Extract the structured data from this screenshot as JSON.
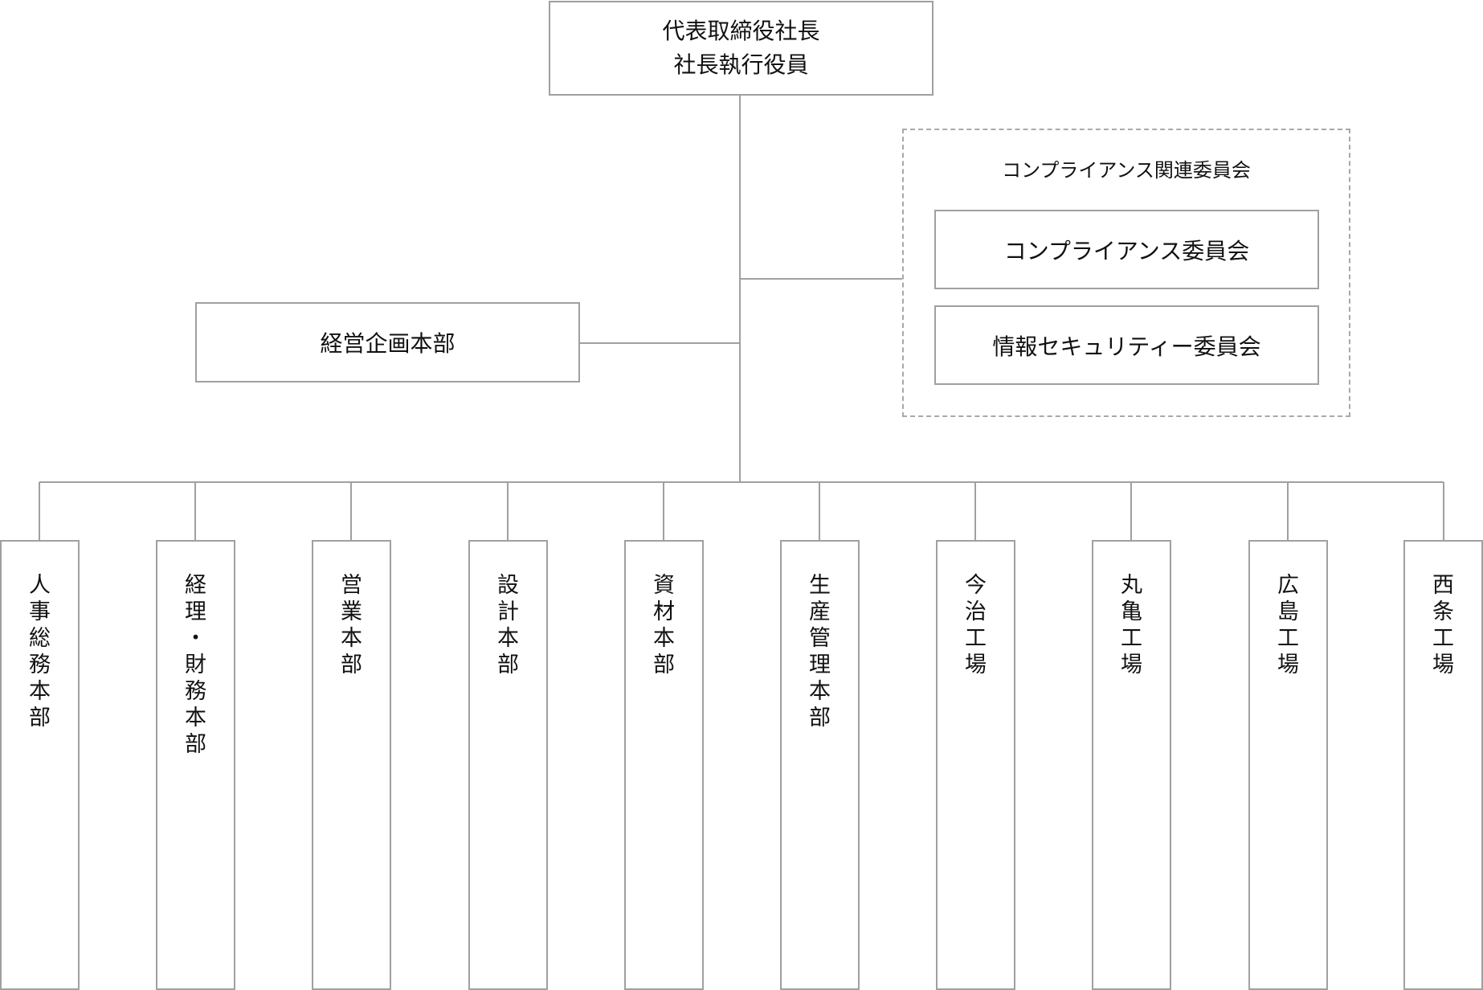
{
  "chart": {
    "top": {
      "lines": [
        "代表取締役社長",
        "社長執行役員"
      ]
    },
    "staff": {
      "label": "経営企画本部"
    },
    "committee_group": {
      "title": "コンプライアンス関連委員会",
      "committees": [
        "コンプライアンス委員会",
        "情報セキュリティー委員会"
      ]
    },
    "departments": [
      "人事総務本部",
      "経理・財務本部",
      "営業本部",
      "設計本部",
      "資材本部",
      "生産管理本部",
      "今治工場",
      "丸亀工場",
      "広島工場",
      "西条工場"
    ]
  },
  "colors": {
    "border": "#a0a0a0",
    "text": "#111111",
    "background": "#ffffff"
  }
}
